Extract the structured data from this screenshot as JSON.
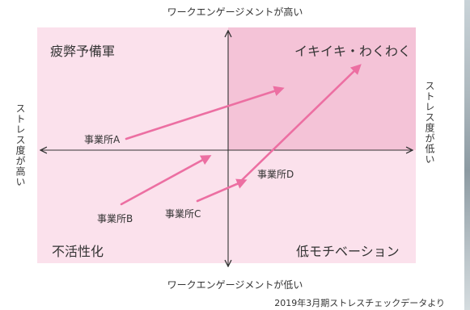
{
  "colors": {
    "quadrant_top_left": "#fbe1ec",
    "quadrant_top_right": "#f4c3d7",
    "quadrant_bottom_left": "#fbe1ec",
    "quadrant_bottom_right": "#fbe1ec",
    "arrow": "#ec6fa2",
    "axis": "#333333"
  },
  "axes": {
    "top_label": "ワークエンゲージメントが高い",
    "bottom_label": "ワークエンゲージメントが低い",
    "left_label": "ストレス度が高い",
    "right_label": "ストレス度が低い"
  },
  "quadrants": {
    "top_left": "疲弊予備軍",
    "top_right": "イキイキ・わくわく",
    "bottom_left": "不活性化",
    "bottom_right": "低モチベーション"
  },
  "offices": [
    {
      "label": "事業所A"
    },
    {
      "label": "事業所B"
    },
    {
      "label": "事業所C"
    },
    {
      "label": "事業所D"
    }
  ],
  "footnote": "2019年3月期ストレスチェックデータより"
}
